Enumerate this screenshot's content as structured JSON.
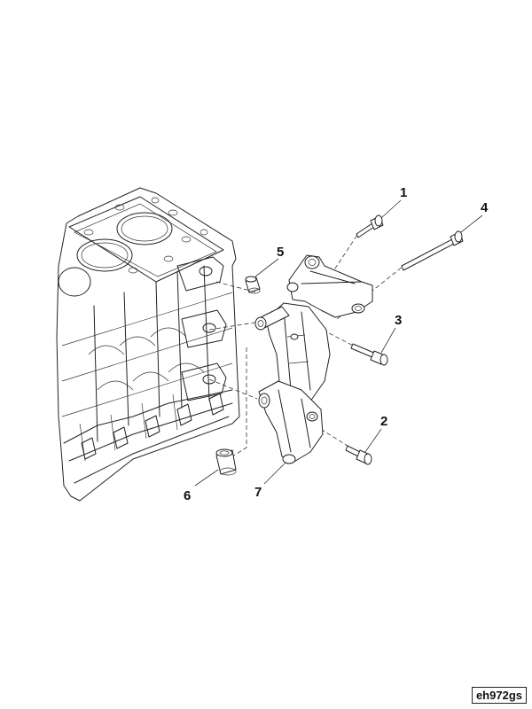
{
  "callouts": [
    {
      "id": "1",
      "label": "1"
    },
    {
      "id": "2",
      "label": "2"
    },
    {
      "id": "3",
      "label": "3"
    },
    {
      "id": "4",
      "label": "4"
    },
    {
      "id": "5",
      "label": "5"
    },
    {
      "id": "6",
      "label": "6"
    },
    {
      "id": "7",
      "label": "7"
    }
  ],
  "reference_code": "eh972gs"
}
